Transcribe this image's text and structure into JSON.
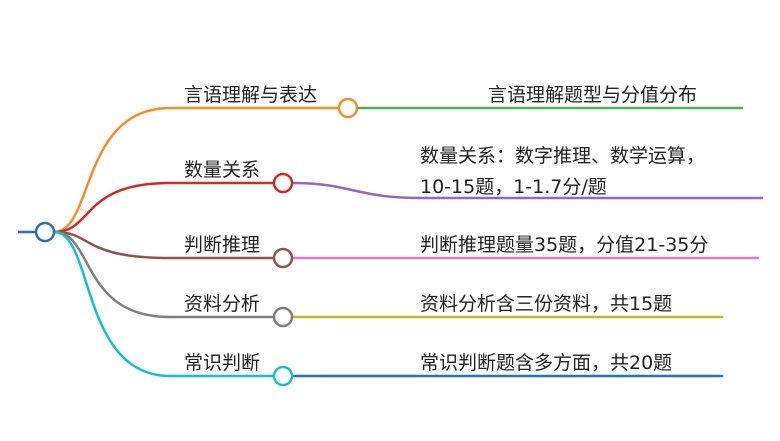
{
  "root": {
    "color": "#2f6fa3"
  },
  "branches": [
    {
      "id": "verbal",
      "label": "言语理解与表达",
      "color": "#f28e2b",
      "line_color": "#4caf50",
      "details": [
        "言语理解题型与分值分布"
      ]
    },
    {
      "id": "quant",
      "label": "数量关系",
      "color": "#d62728",
      "line_color": "#9467bd",
      "details": [
        "数量关系：数字推理、数学运算，",
        "10-15题，1-1.7分/题"
      ]
    },
    {
      "id": "reasoning",
      "label": "判断推理",
      "color": "#8c564b",
      "line_color": "#e377c2",
      "details": [
        "判断推理题量35题，分值21-35分"
      ]
    },
    {
      "id": "data",
      "label": "资料分析",
      "color": "#7f7f7f",
      "line_color": "#bcbd22",
      "details": [
        "资料分析含三份资料，共15题"
      ]
    },
    {
      "id": "common",
      "label": "常识判断",
      "color": "#17becf",
      "line_color": "#1f77b4",
      "details": [
        "常识判断题含多方面，共20题"
      ]
    }
  ]
}
